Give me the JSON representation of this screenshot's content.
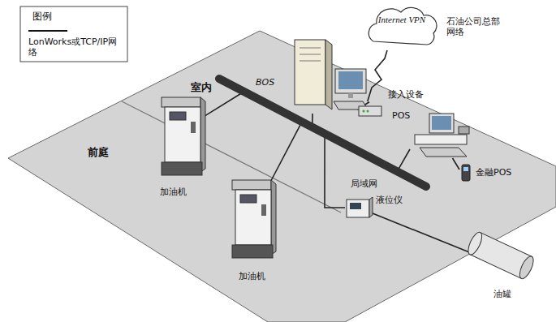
{
  "diagram": {
    "nodes": [
      {
        "text": [
          "BOS"
        ]
      },
      {
        "text": [
          "接入设备"
        ]
      },
      {
        "text": [
          "Internet VPN"
        ]
      },
      {
        "text": [
          "POS"
        ]
      },
      {
        "text": [
          "金融POS"
        ]
      },
      {
        "text": [
          "局域网"
        ]
      },
      {
        "text": [
          "液位仪"
        ]
      },
      {
        "text": [
          "油罐"
        ]
      },
      {
        "text": [
          "加油机"
        ]
      },
      {
        "text": [
          "加油机"
        ]
      }
    ],
    "edges": [
      {
        "from": 0,
        "to": 1,
        "arrow": "none"
      },
      {
        "from": 1,
        "to": 2,
        "arrow": "none"
      },
      {
        "from": 0,
        "to": 5,
        "arrow": "none"
      },
      {
        "from": 3,
        "to": 5,
        "arrow": "none"
      },
      {
        "from": 3,
        "to": 4,
        "arrow": "none"
      },
      {
        "from": 8,
        "to": 5,
        "arrow": "none"
      },
      {
        "from": 9,
        "to": 5,
        "arrow": "none"
      },
      {
        "from": 6,
        "to": 5,
        "arrow": "none"
      },
      {
        "from": 6,
        "to": 7,
        "arrow": "none"
      }
    ],
    "labels": [
      "图例",
      "室内",
      "前庭",
      "石油公司总部网络"
    ],
    "legend": [
      {
        "text": "LonWorks或TCP/IP网络"
      }
    ]
  }
}
